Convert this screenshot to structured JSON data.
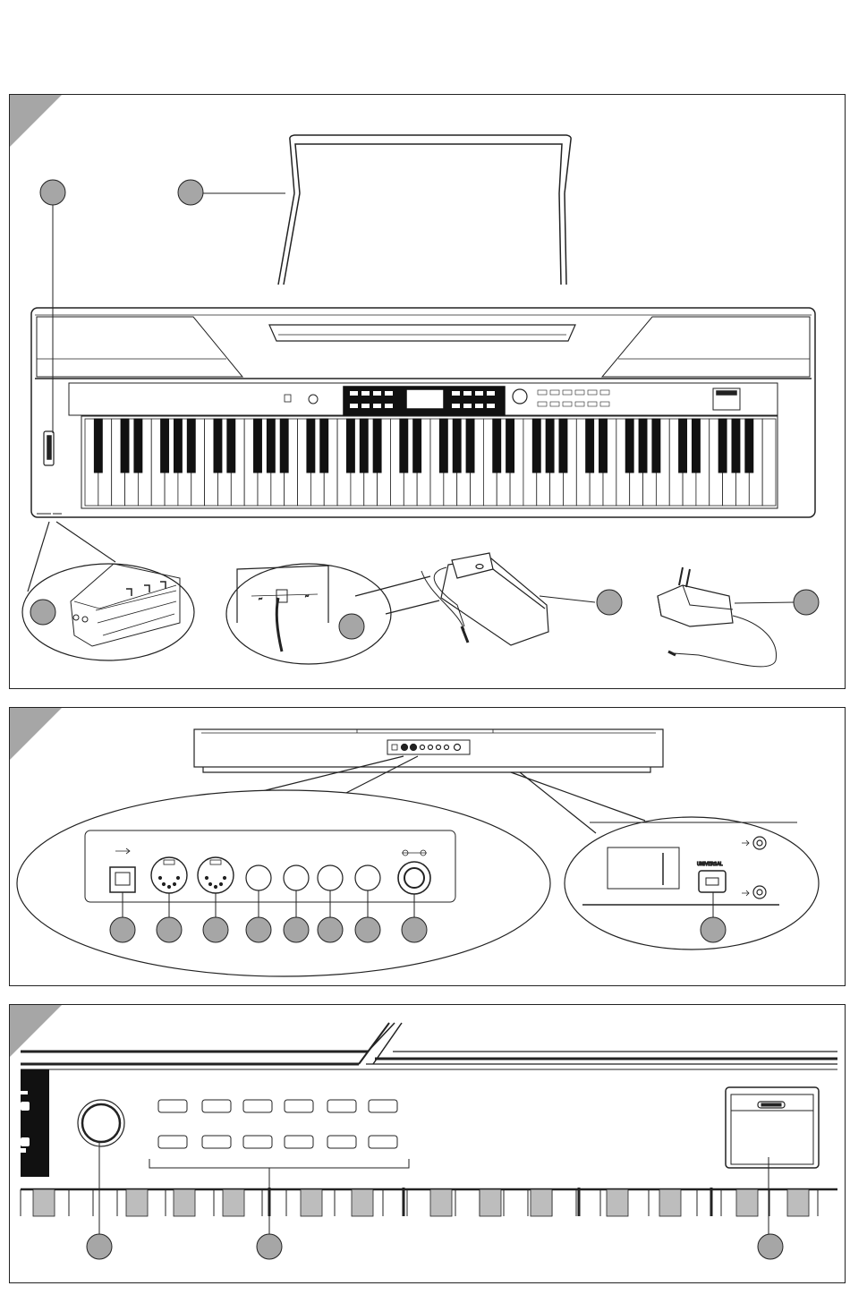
{
  "panels": [
    {
      "id": "A",
      "corner_color": "#a6a6a6"
    },
    {
      "id": "B",
      "corner_color": "#a6a6a6"
    },
    {
      "id": "C",
      "corner_color": "#a6a6a6"
    }
  ],
  "callout_color": "#a6a6a6",
  "callout_counts": {
    "A": 6,
    "B": 9,
    "C": 3
  },
  "port_labels": {
    "universal": "UNIVERSAL"
  }
}
